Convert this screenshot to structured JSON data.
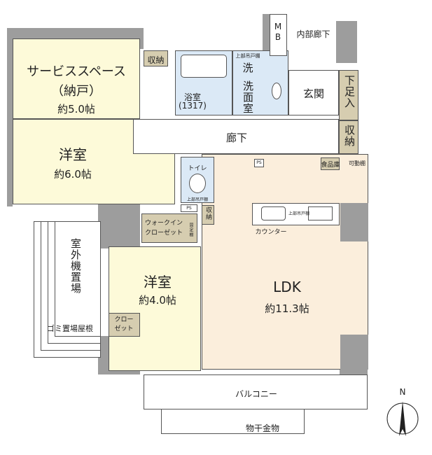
{
  "rooms": {
    "service_space": {
      "name": "サービススペース",
      "sub": "（納戸）",
      "size": "約5.0帖"
    },
    "western_6": {
      "name": "洋室",
      "size": "約6.0帖"
    },
    "western_4": {
      "name": "洋室",
      "size": "約4.0帖"
    },
    "ldk": {
      "name": "LDK",
      "size": "約11.3帖"
    },
    "bath": {
      "name": "浴室",
      "sub": "(1317)"
    },
    "wash": {
      "top": "洗",
      "name": "洗面室",
      "shelf": "上部吊戸棚"
    },
    "entrance": "玄関",
    "shoe": "下足入",
    "hall": "廊下",
    "inner_hall": "内部廊下",
    "mb": "MB",
    "toilet": {
      "name": "トイレ",
      "shelf": "上部吊戸棚"
    },
    "storage1": "収納",
    "storage2": "収納",
    "storage3": "収納",
    "pantry": "食品庫",
    "movable_shelf": "可動棚",
    "wic": "ウォークイン クローゼット",
    "fixed_shelf": "固定棚",
    "closet": "クロー ゼット",
    "counter": "カウンター",
    "kitchen_shelf": "上部吊戸棚",
    "outdoor_unit": "室外機置場",
    "garbage_roof": "ゴミ置場屋根",
    "balcony": "バルコニー",
    "drying": "物干金物",
    "ps": "PS",
    "compass": "N"
  }
}
